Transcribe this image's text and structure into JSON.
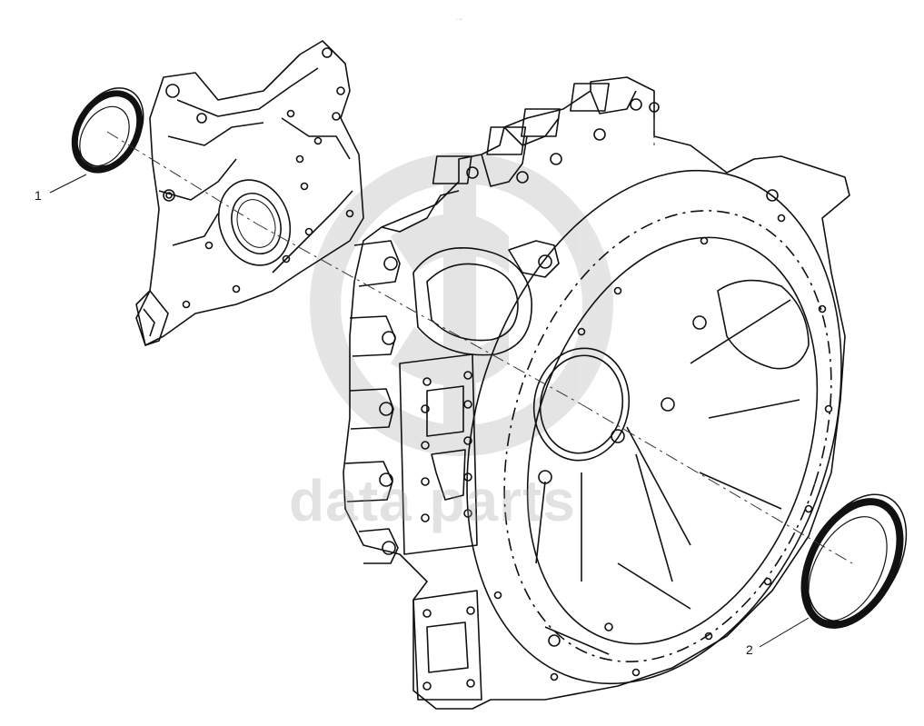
{
  "callouts": {
    "seal_front": "1",
    "seal_rear": "2"
  },
  "watermark": {
    "text": "data parts",
    "color": "#969696"
  },
  "colors": {
    "line": "#111111",
    "hidden_line": "#444444",
    "background": "#ffffff"
  }
}
